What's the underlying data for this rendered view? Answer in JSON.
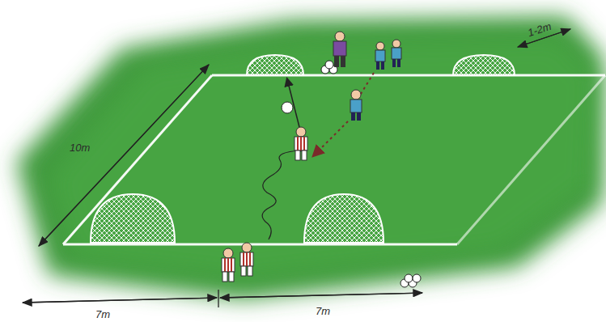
{
  "diagram": {
    "labels": [
      "1-2m",
      "10m",
      "7m",
      "7m"
    ]
  }
}
